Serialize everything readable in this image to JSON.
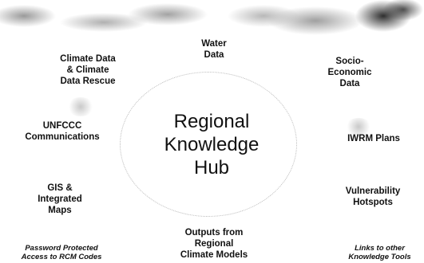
{
  "hub": {
    "title": "Regional\nKnowledge\nHub"
  },
  "nodes": {
    "water_data": "Water\nData",
    "climate_data_rescue": "Climate Data\n& Climate\nData Rescue",
    "socio_economic": "Socio-\nEconomic\nData",
    "unfccc": "UNFCCC\nCommunications",
    "iwrm": "IWRM Plans",
    "gis_maps": "GIS &\nIntegrated\nMaps",
    "vulnerability": "Vulnerability\nHotspots",
    "rcm_outputs": "Outputs from\nRegional\nClimate Models",
    "password_access": "Password Protected\nAccess to RCM Codes",
    "links": "Links to other\nKnowledge Tools"
  }
}
